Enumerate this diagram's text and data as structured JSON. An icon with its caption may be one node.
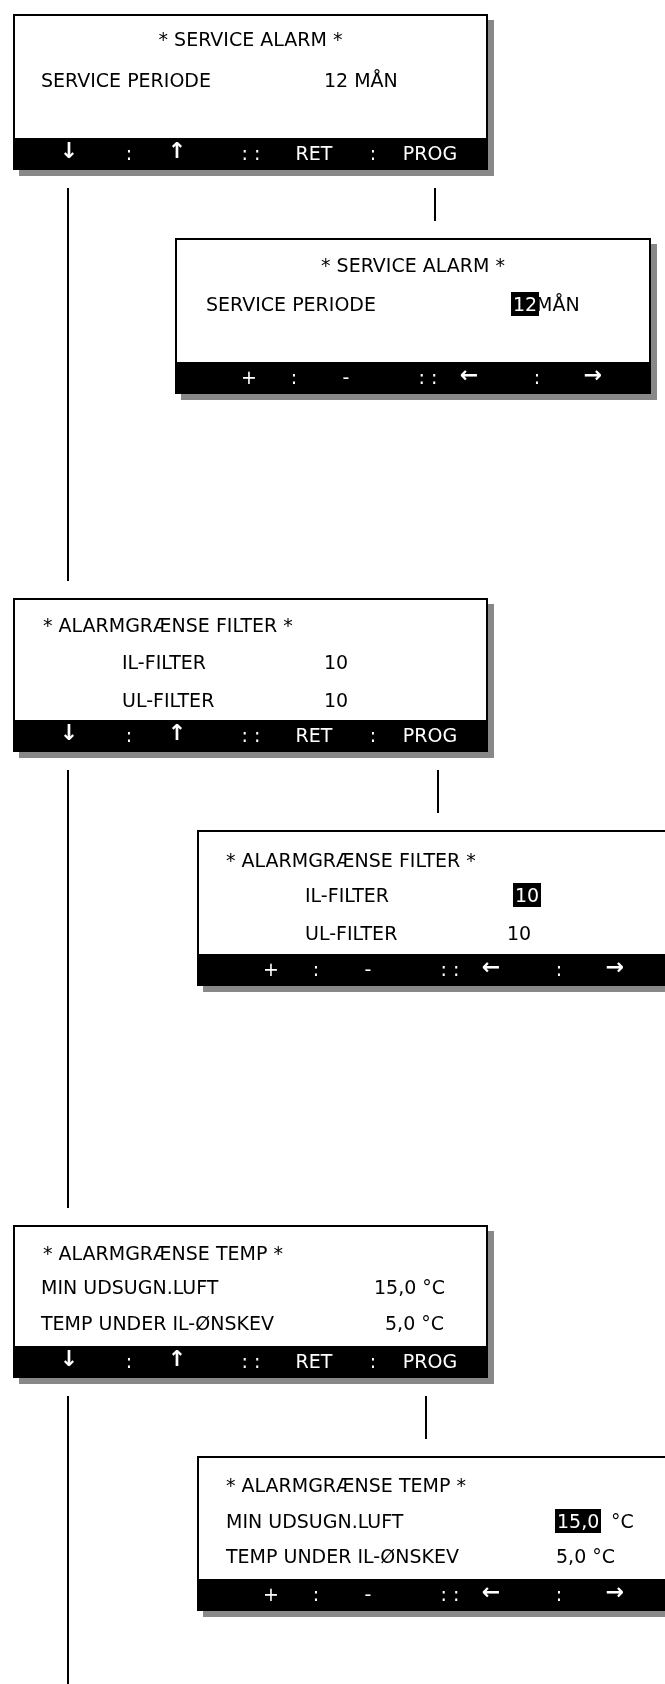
{
  "diagram": {
    "nodes": [
      {
        "text": [
          "* SERVICE ALARM *",
          "SERVICE PERIODE",
          "12 MÅN",
          "↓",
          ":",
          "↑",
          ": :",
          "RET",
          ":",
          "PROG"
        ]
      },
      {
        "text": [
          "* SERVICE ALARM *",
          "SERVICE PERIODE",
          "12",
          "MÅN",
          "+",
          ":",
          "-",
          ": :",
          "←",
          ":",
          "→"
        ]
      },
      {
        "text": [
          "* ALARMGRÆNSE FILTER *",
          "IL-FILTER",
          "10",
          "UL-FILTER",
          "10",
          "↓",
          ":",
          "↑",
          ": :",
          "RET",
          ":",
          "PROG"
        ]
      },
      {
        "text": [
          "* ALARMGRÆNSE FILTER *",
          "IL-FILTER",
          "10",
          "UL-FILTER",
          "10",
          "+",
          ":",
          "-",
          ": :",
          "←",
          ":",
          "→"
        ]
      },
      {
        "text": [
          "* ALARMGRÆNSE TEMP *",
          "MIN UDSUGN.LUFT",
          "15,0 °C",
          "TEMP UNDER IL-ØNSKEV",
          "5,0 °C",
          "↓",
          ":",
          "↑",
          ": :",
          "RET",
          ":",
          "PROG"
        ]
      },
      {
        "text": [
          "* ALARMGRÆNSE TEMP *",
          "MIN UDSUGN.LUFT",
          "15,0",
          "°C",
          "TEMP UNDER IL-ØNSKEV",
          "5,0 °C",
          "+",
          ":",
          "-",
          ": :",
          "←",
          ":",
          "→"
        ]
      }
    ],
    "edges": [
      {
        "from": 0,
        "to": 2,
        "arrow": "none"
      },
      {
        "from": 0,
        "to": 1,
        "arrow": "none"
      },
      {
        "from": 2,
        "to": 4,
        "arrow": "none"
      },
      {
        "from": 2,
        "to": 3,
        "arrow": "none"
      },
      {
        "from": 4,
        "to": 5,
        "arrow": "none"
      },
      {
        "from": 4,
        "to": null,
        "arrow": "none"
      }
    ]
  }
}
